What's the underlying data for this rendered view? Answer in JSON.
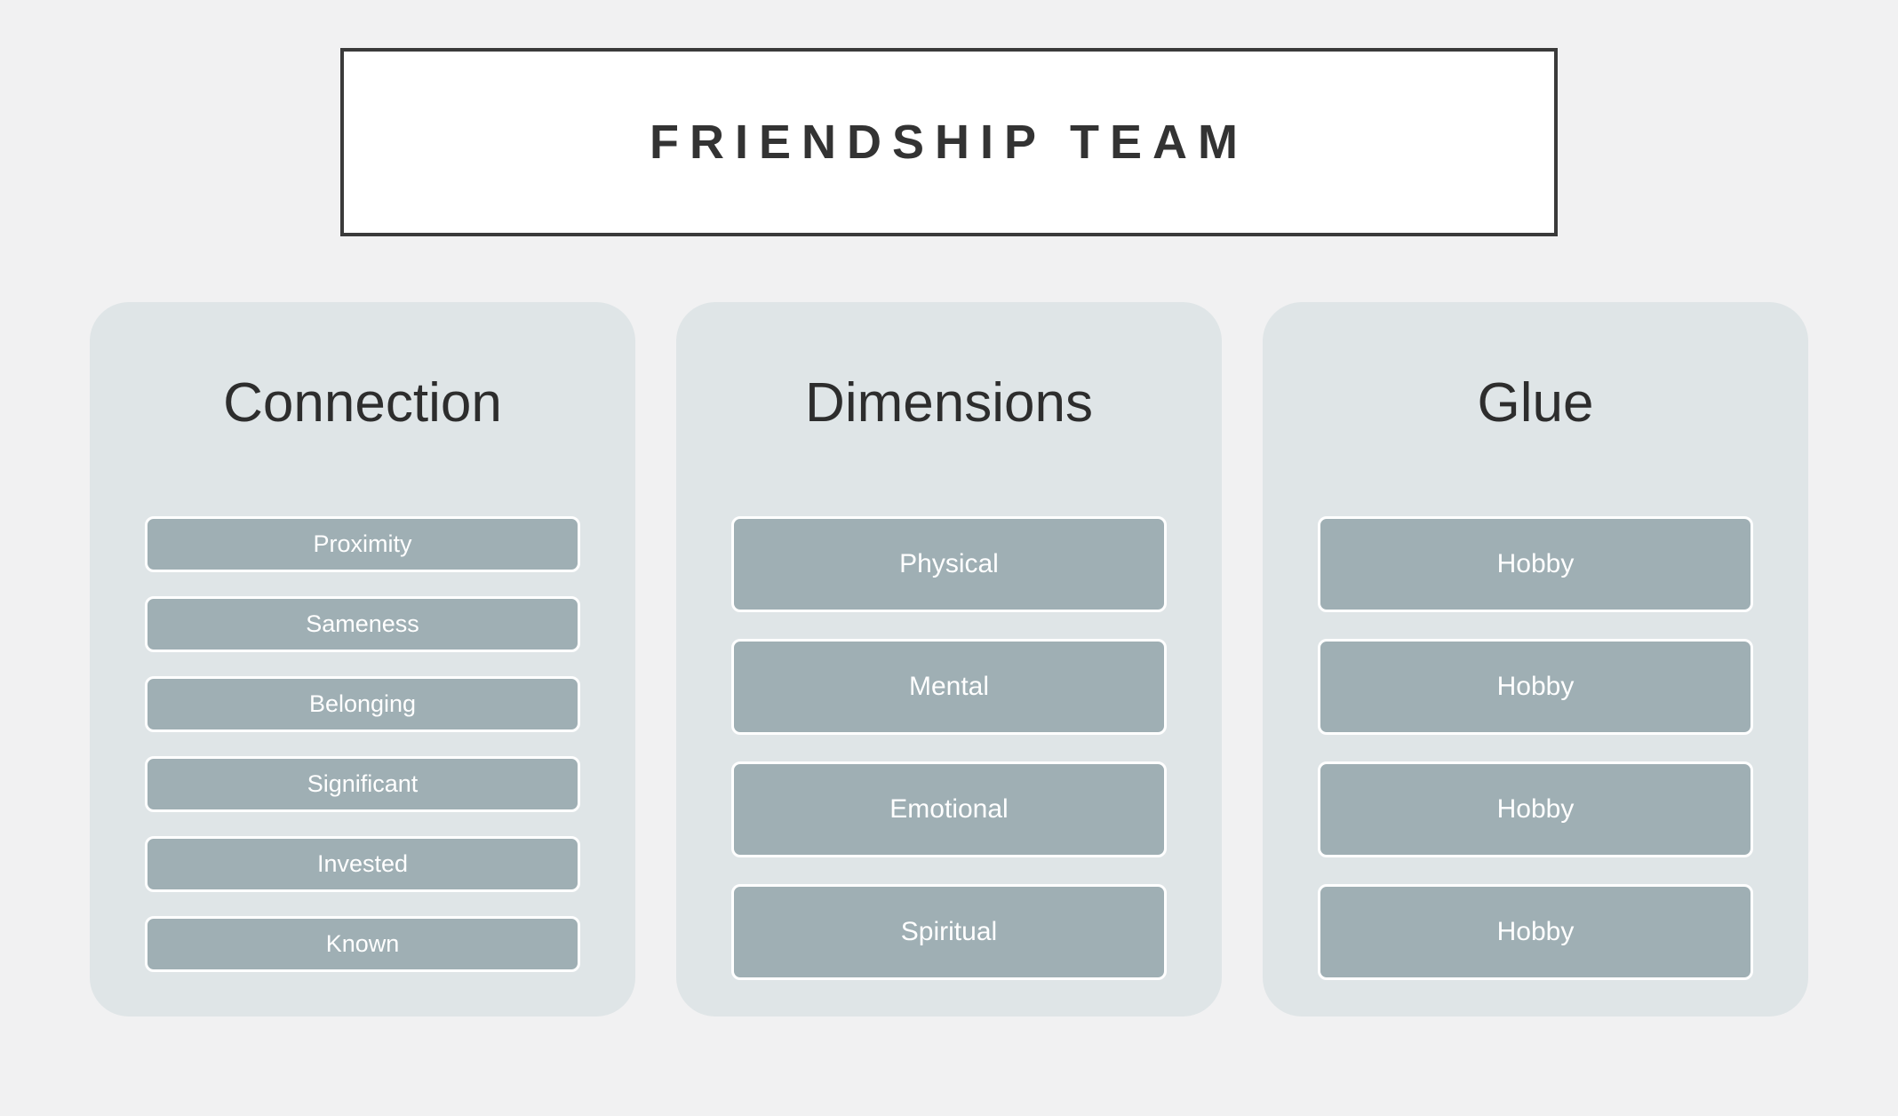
{
  "header": {
    "title": "FRIENDSHIP TEAM"
  },
  "colors": {
    "page_bg": "#f1f1f2",
    "card_bg": "#dfe5e7",
    "item_bg": "#9fafb4",
    "item_border": "#ffffff",
    "title_box_border": "#3a3a3a",
    "title_text": "#333333"
  },
  "columns": [
    {
      "title": "Connection",
      "items": [
        "Proximity",
        "Sameness",
        "Belonging",
        "Significant",
        "Invested",
        "Known"
      ]
    },
    {
      "title": "Dimensions",
      "items": [
        "Physical",
        "Mental",
        "Emotional",
        "Spiritual"
      ]
    },
    {
      "title": "Glue",
      "items": [
        "Hobby",
        "Hobby",
        "Hobby",
        "Hobby"
      ]
    }
  ]
}
